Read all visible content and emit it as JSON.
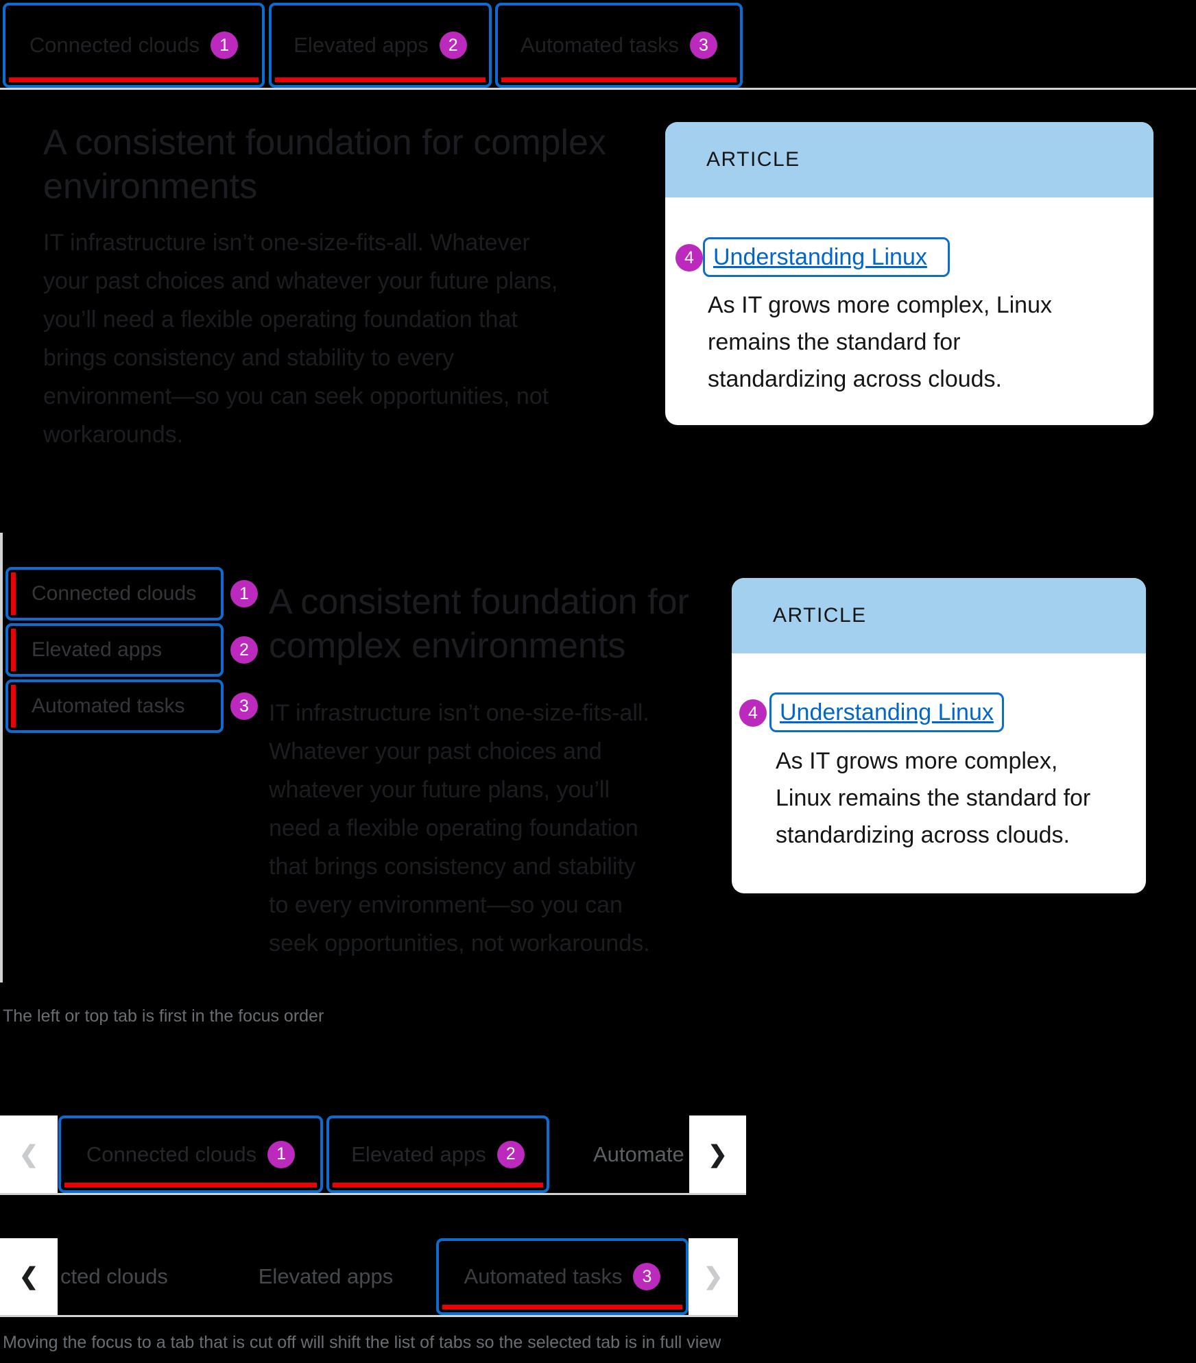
{
  "colors": {
    "focus_outline_blue": "#0d6cd0",
    "active_tab_red": "#ee0000",
    "annotation_badge_purple": "#bb29bd",
    "card_header_blue": "#a3d0ef",
    "link_blue": "#0066cc",
    "divider_gray": "#d2d2d2",
    "caption_gray": "#6a6e73"
  },
  "icons": {
    "chevron_left": "❮",
    "chevron_right": "❯"
  },
  "top_tabbar": {
    "tabs": [
      {
        "label": "Connected clouds",
        "badge": "1"
      },
      {
        "label": "Elevated apps",
        "badge": "2"
      },
      {
        "label": "Automated tasks",
        "badge": "3"
      }
    ]
  },
  "top_example": {
    "heading": "A consistent foundation for complex\nenvironments",
    "paragraph": "IT infrastructure isn’t one-size-fits-all. Whatever\nyour past choices and whatever your future plans,\nyou’ll need a flexible operating foundation that\nbrings consistency and stability to every\nenvironment—so you can seek opportunities, not\nworkarounds.",
    "card": {
      "eyebrow": "ARTICLE",
      "badge": "4",
      "link_label": "Understanding Linux",
      "body": "As IT grows more complex, Linux\nremains the standard for\nstandardizing across clouds."
    }
  },
  "middle_example": {
    "tabs": [
      {
        "label": "Connected clouds",
        "badge": "1"
      },
      {
        "label": "Elevated apps",
        "badge": "2"
      },
      {
        "label": "Automated tasks",
        "badge": "3"
      }
    ],
    "heading": "A consistent foundation for\ncomplex environments",
    "paragraph": "IT infrastructure isn’t one-size-fits-all.\nWhatever your past choices and\nwhatever your future plans, you’ll\nneed a flexible operating foundation\nthat brings consistency and stability\nto every environment—so you can\nseek opportunities, not workarounds.",
    "card": {
      "eyebrow": "ARTICLE",
      "badge": "4",
      "link_label": "Understanding Linux",
      "body": "As IT grows more complex,\nLinux remains the standard for\nstandardizing across clouds."
    }
  },
  "caption_top_example": "The left or top tab is first in the focus order",
  "caption_bottom_example": "Moving the focus to a tab that is cut off will shift the list of tabs so the selected tab is in full view",
  "overflow_bar_start": {
    "tabs": [
      {
        "label": "Connected clouds",
        "badge": "1"
      },
      {
        "label": "Elevated apps",
        "badge": "2"
      }
    ],
    "cut_tab_visible_text": "Automate"
  },
  "overflow_bar_shifted": {
    "cut_tab_visible_text": "cted clouds",
    "unfocused_tab_label": "Elevated apps",
    "focused_tab": {
      "label": "Automated tasks",
      "badge": "3"
    }
  }
}
